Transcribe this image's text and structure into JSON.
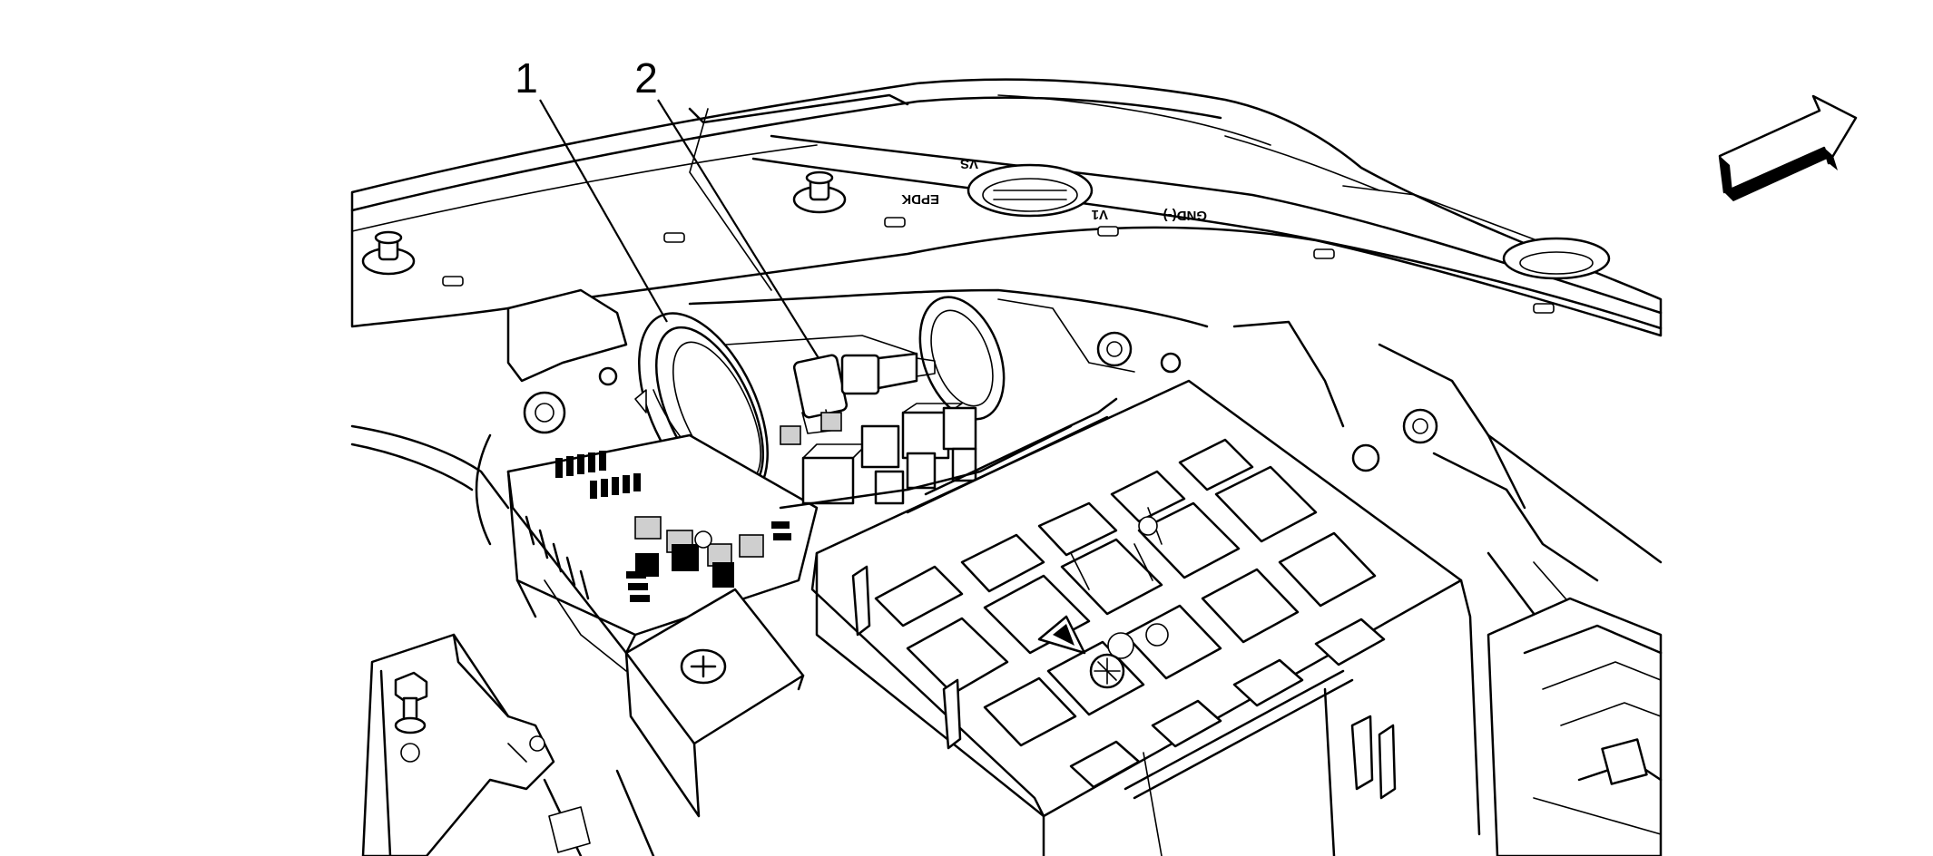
{
  "callouts": [
    {
      "label": "1"
    },
    {
      "label": "2"
    }
  ],
  "stencils": {
    "vent_code": "VS",
    "panel_mark_a": "EPDK",
    "panel_mark_b": "V1",
    "ground_mark": "GND(-)"
  },
  "icons": {
    "direction_arrow": "forward-arrow-icon",
    "battery_terminal": "plus-icon"
  },
  "colors": {
    "line": "#000000",
    "background": "#ffffff"
  }
}
